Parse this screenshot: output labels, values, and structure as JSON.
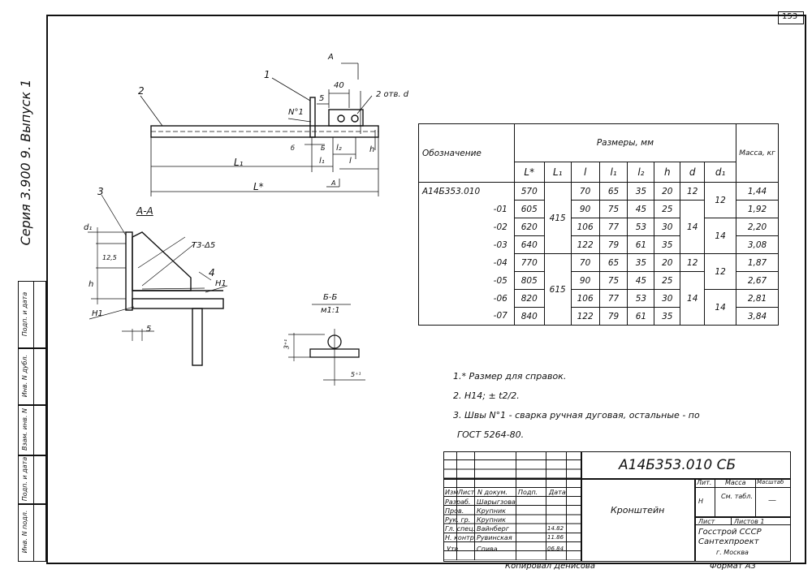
{
  "sheet": {
    "page_number": "153",
    "series_label": "Серия 3.900 9. Выпуск 1",
    "copied_by": "Копировал Денисова",
    "format": "Формат А3",
    "side_stamp": [
      "Инв. N подл.",
      "Подп. и дата",
      "Взам. инв. N",
      "Инв. N дубл.",
      "Подп. и дата"
    ]
  },
  "drawing": {
    "labels": {
      "leader_1": "1",
      "leader_2": "2",
      "leader_3": "3",
      "leader_4": "4",
      "weld_no": "N°1",
      "holes": "2 отв. d",
      "dim_40": "40",
      "dim_5a": "5",
      "dim_b": "б",
      "dim_b2": "Б",
      "dim_L1": "L₁",
      "dim_Lstar": "L*",
      "dim_l1": "l₁",
      "dim_l": "l",
      "dim_l2": "l₂",
      "dim_h": "h",
      "arrow_A_top": "А",
      "arrow_A_bot": "А",
      "section_title": "А-А",
      "d1": "d₁",
      "dim_125": "12,5",
      "weld_T3": "Т3-Δ5",
      "weld_H1a": "Н1",
      "weld_H1b": "Н1",
      "dim_5b": "5",
      "h_label": "h",
      "detail_title": "Б-Б",
      "detail_scale": "м1:1",
      "detail_3": "3⁺¹",
      "detail_5": "5⁺¹"
    }
  },
  "spec_table": {
    "col_designation": "Обозначение",
    "group_header": "Размеры, мм",
    "col_mass": "Масса, кг",
    "dims": [
      "L*",
      "L₁",
      "l",
      "l₁",
      "l₂",
      "h",
      "d",
      "d₁"
    ],
    "rows": [
      {
        "designation": "А14Б353.010",
        "L": "570",
        "l": "70",
        "l1": "65",
        "l2": "35",
        "h": "20",
        "mass": "1,44"
      },
      {
        "designation": "-01",
        "L": "605",
        "l": "90",
        "l1": "75",
        "l2": "45",
        "h": "25",
        "mass": "1,92"
      },
      {
        "designation": "-02",
        "L": "620",
        "l": "106",
        "l1": "77",
        "l2": "53",
        "h": "30",
        "mass": "2,20"
      },
      {
        "designation": "-03",
        "L": "640",
        "l": "122",
        "l1": "79",
        "l2": "61",
        "h": "35",
        "mass": "3,08"
      },
      {
        "designation": "-04",
        "L": "770",
        "l": "70",
        "l1": "65",
        "l2": "35",
        "h": "20",
        "mass": "1,87"
      },
      {
        "designation": "-05",
        "L": "805",
        "l": "90",
        "l1": "75",
        "l2": "45",
        "h": "25",
        "mass": "2,67"
      },
      {
        "designation": "-06",
        "L": "820",
        "l": "106",
        "l1": "77",
        "l2": "53",
        "h": "30",
        "mass": "2,81"
      },
      {
        "designation": "-07",
        "L": "840",
        "l": "122",
        "l1": "79",
        "l2": "61",
        "h": "35",
        "mass": "3,84"
      }
    ],
    "merged": {
      "L1_a": "415",
      "L1_b": "615",
      "d_a1": "12",
      "d_a2": "14",
      "d_b1": "12",
      "d_b2": "14",
      "d1_a1": "12",
      "d1_a2": "14",
      "d1_b1": "12",
      "d1_b2": "14"
    }
  },
  "notes": [
    "1.* Размер для справок.",
    "2. Н14; ± t2/2.",
    "3. Швы N°1 - сварка ручная дуговая, остальные - по",
    "ГОСТ 5264-80."
  ],
  "title_block": {
    "doc_code": "А14Б353.010 СБ",
    "name": "Кронштейн",
    "col_headers": [
      "Изм",
      "Лист",
      "N докум.",
      "Подп.",
      "Дата"
    ],
    "roles": [
      "Разраб.",
      "Пров.",
      "Рук. гр.",
      "Гл. спец.",
      "Н. контр.",
      "Утв."
    ],
    "people": [
      "Шарыгзова",
      "Крупник",
      "Крупник",
      "Вайнберг",
      "Рувинская",
      "Спива..."
    ],
    "dates": [
      "",
      "",
      "",
      "14.82",
      "11.86",
      "06.84"
    ],
    "lit_label": "Лит.",
    "mass_label": "Масса",
    "scale_label": "Масштаб",
    "lit_value": "Н",
    "mass_value": "См. табл.",
    "scale_value": "—",
    "sheet_label": "Лист",
    "sheets_label": "Листов 1",
    "org_1": "Госстрой СССР",
    "org_2": "Сантехпроект",
    "org_3": "г. Москва"
  }
}
